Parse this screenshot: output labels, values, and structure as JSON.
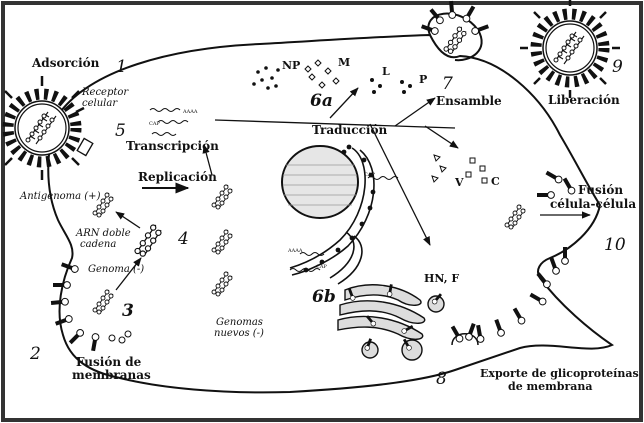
{
  "colors": {
    "ink": "#111111",
    "frame": "#333333",
    "background": "#ffffff"
  },
  "icons": [
    "virus-particle-icon",
    "nucleocapsid-icon",
    "membrane-glycoprotein-icon",
    "mrna-cap-icon"
  ],
  "steps": {
    "adsorption": {
      "number": "1",
      "label": "Adsorción"
    },
    "membrane_fusion": {
      "number": "2",
      "line1": "Fusión de",
      "line2": "membranas"
    },
    "genome": {
      "number": "3",
      "label": "Genoma (-)"
    },
    "replication": {
      "number": "4",
      "label": "Replicación"
    },
    "transcription": {
      "number": "5",
      "label": "Transcripción"
    },
    "translation": {
      "label": "Traducción",
      "num_a": "6a",
      "num_b": "6b"
    },
    "assembly": {
      "number": "7",
      "label": "Ensamble"
    },
    "glycoprotein_export": {
      "number": "8",
      "line1": "Exporte de glicoproteínas",
      "line2": "de membrana"
    },
    "release": {
      "number": "9",
      "label": "Liberación"
    },
    "cell_fusion": {
      "number": "10",
      "line1": "Fusión",
      "line2": "célula-célula"
    }
  },
  "labels": {
    "receptor_line1": "Receptor",
    "receptor_line2": "celular",
    "antigenome": "Antigenoma (+)",
    "dsrna_line1": "ARN doble",
    "dsrna_line2": "cadena",
    "new_genomes_line1": "Genomas",
    "new_genomes_line2": "nuevos (-)",
    "cap": "CAP",
    "polya": "AAAA"
  },
  "proteins": {
    "np": "NP",
    "m": "M",
    "l": "L",
    "p": "P",
    "v": "V",
    "c": "C",
    "hn_f": "HN, F"
  }
}
